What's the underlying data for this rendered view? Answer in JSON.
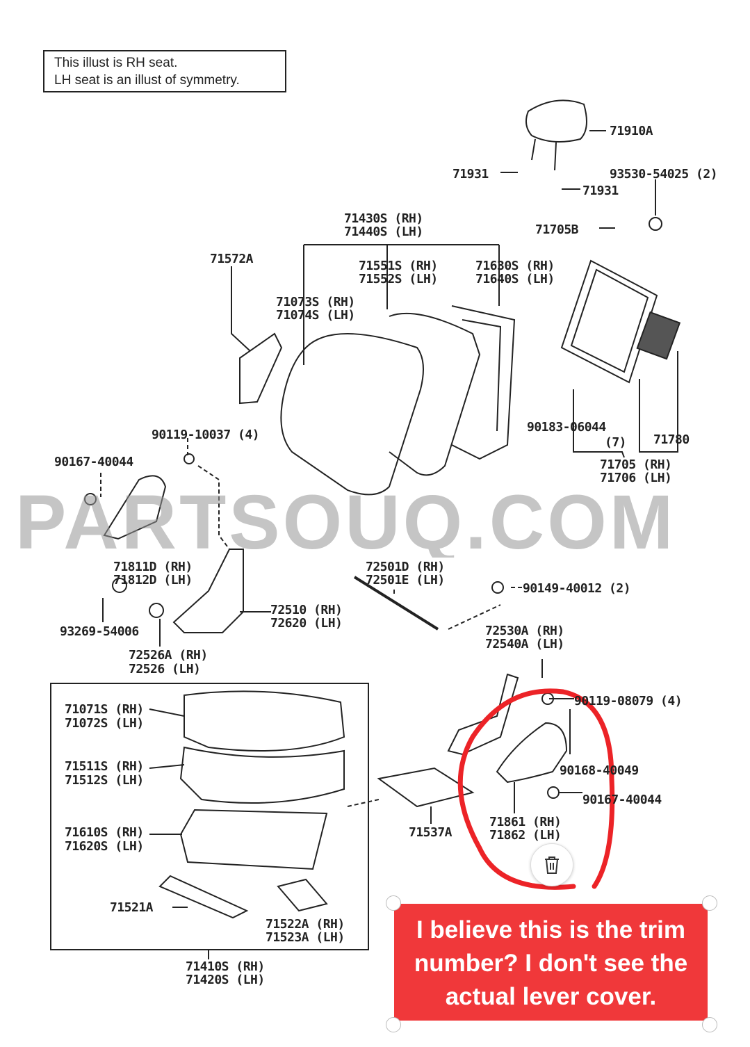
{
  "note": {
    "line1": "This illust is RH seat.",
    "line2": "LH seat is an illust of symmetry."
  },
  "watermark": "PARTSOUQ.COM",
  "parts": [
    "71910A",
    "71931",
    "93530-54025 (2)",
    "71931",
    "71705B",
    "71430S (RH)",
    "71440S (LH)",
    "71572A",
    "71551S (RH)",
    "71552S (LH)",
    "71630S (RH)",
    "71640S (LH)",
    "71073S (RH)",
    "71074S (LH)",
    "90183-06044",
    "(7)",
    "71780",
    "71705 (RH)",
    "71706 (LH)",
    "90119-10037 (4)",
    "90167-40044",
    "71811D (RH)",
    "71812D (LH)",
    "72501D (RH)",
    "72501E (LH)",
    "90149-40012 (2)",
    "72510 (RH)",
    "72620 (LH)",
    "93269-54006",
    "72526A (RH)",
    "72526 (LH)",
    "72530A (RH)",
    "72540A (LH)",
    "90119-08079 (4)",
    "90168-40049",
    "90167-40044",
    "71861 (RH)",
    "71862 (LH)",
    "71071S (RH)",
    "71072S (LH)",
    "71511S (RH)",
    "71512S (LH)",
    "71610S (RH)",
    "71620S (LH)",
    "71537A",
    "71521A",
    "71522A (RH)",
    "71523A (LH)",
    "71410S (RH)",
    "71420S (LH)"
  ],
  "annotation": {
    "text": "I believe this is the trim number? I don't see the actual lever cover.",
    "color": "#f0383a",
    "delete_icon": "trash-icon"
  }
}
